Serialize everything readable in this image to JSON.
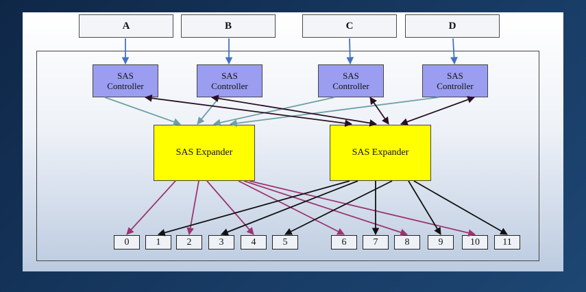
{
  "hosts": [
    {
      "id": "A",
      "label": "A"
    },
    {
      "id": "B",
      "label": "B"
    },
    {
      "id": "C",
      "label": "C"
    },
    {
      "id": "D",
      "label": "D"
    }
  ],
  "controllers": [
    {
      "id": "ctrl0",
      "label": "SAS Controller"
    },
    {
      "id": "ctrl1",
      "label": "SAS Controller"
    },
    {
      "id": "ctrl2",
      "label": "SAS Controller"
    },
    {
      "id": "ctrl3",
      "label": "SAS Controller"
    }
  ],
  "expanders": [
    {
      "id": "exp0",
      "label": "SAS Expander"
    },
    {
      "id": "exp1",
      "label": "SAS Expander"
    }
  ],
  "disks": [
    "0",
    "1",
    "2",
    "3",
    "4",
    "5",
    "6",
    "7",
    "8",
    "9",
    "10",
    "11"
  ],
  "colors": {
    "host_link": "#4472c4",
    "ctrl_to_exp0": "#6d9fa5",
    "ctrl_to_exp1": "#2a0f24",
    "exp0_to_disk": "#9b3470",
    "exp1_to_disk": "#111111",
    "controller_fill": "#9a9df0",
    "expander_fill": "#ffff00"
  },
  "connections": {
    "host_to_controller": [
      [
        "A",
        "ctrl0"
      ],
      [
        "B",
        "ctrl1"
      ],
      [
        "C",
        "ctrl2"
      ],
      [
        "D",
        "ctrl3"
      ]
    ],
    "controller_to_expander": [
      [
        "ctrl0",
        "exp0"
      ],
      [
        "ctrl1",
        "exp0"
      ],
      [
        "ctrl2",
        "exp0"
      ],
      [
        "ctrl3",
        "exp0"
      ],
      [
        "ctrl0",
        "exp1"
      ],
      [
        "ctrl1",
        "exp1"
      ],
      [
        "ctrl2",
        "exp1"
      ],
      [
        "ctrl3",
        "exp1"
      ]
    ],
    "expander_to_disk": [
      [
        "exp0",
        "0"
      ],
      [
        "exp0",
        "2"
      ],
      [
        "exp0",
        "4"
      ],
      [
        "exp0",
        "6"
      ],
      [
        "exp0",
        "8"
      ],
      [
        "exp0",
        "10"
      ],
      [
        "exp1",
        "1"
      ],
      [
        "exp1",
        "3"
      ],
      [
        "exp1",
        "5"
      ],
      [
        "exp1",
        "7"
      ],
      [
        "exp1",
        "9"
      ],
      [
        "exp1",
        "11"
      ]
    ]
  }
}
